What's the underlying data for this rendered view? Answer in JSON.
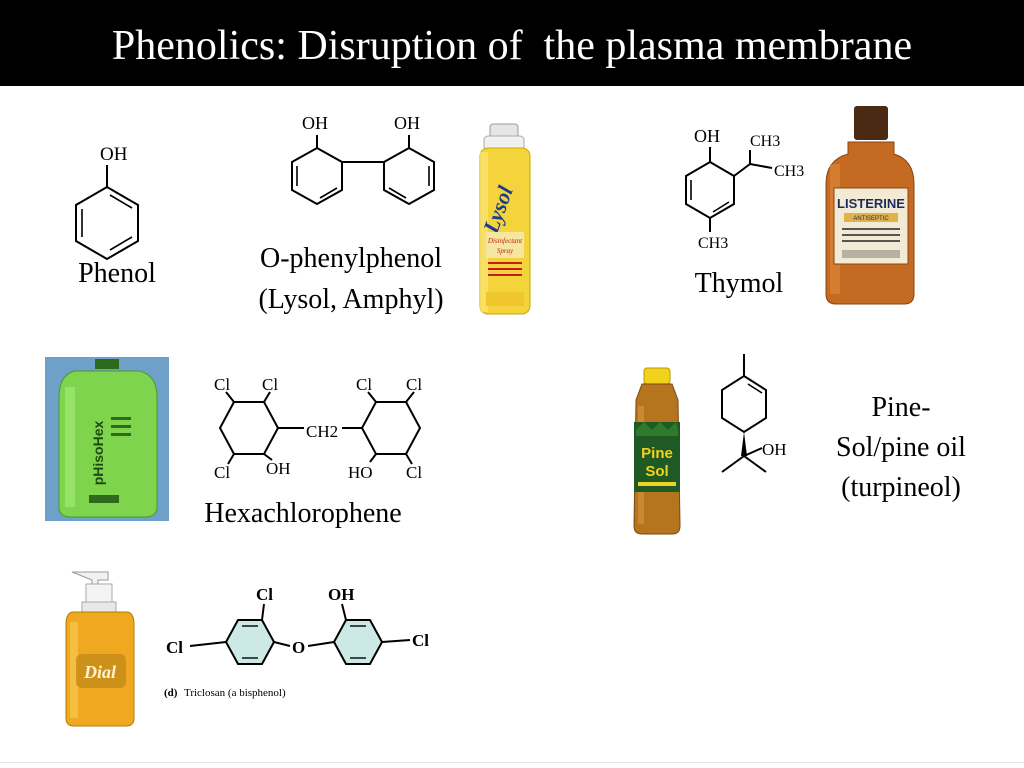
{
  "slide": {
    "title": "Phenolics: Disruption of  the plasma membrane",
    "colors": {
      "title_bg": "#000000",
      "title_text": "#ffffff",
      "ring_fill_triclosan": "#cce9e6"
    }
  },
  "phenol": {
    "caption": "Phenol",
    "oh": "OH"
  },
  "o_phenylphenol": {
    "caption_line1": "O-phenylphenol",
    "caption_line2": "(Lysol, Amphyl)",
    "oh_left": "OH",
    "oh_right": "OH"
  },
  "lysol_can": {
    "brand": "Lysol",
    "line1": "Disinfectant",
    "line2": "Spray"
  },
  "thymol": {
    "caption": "Thymol",
    "oh": "OH",
    "ch3_top": "CH3",
    "ch3_right": "CH3",
    "ch3_bottom": "CH3"
  },
  "listerine": {
    "brand": "LISTERINE",
    "sub": "ANTISEPTIC"
  },
  "phisohex": {
    "brand": "pHisoHex"
  },
  "hexachlorophene": {
    "caption": "Hexachlorophene",
    "cl": "Cl",
    "ch2": "CH2",
    "oh": "OH",
    "ho": "HO"
  },
  "pine_sol_bottle": {
    "brand_top": "Pine",
    "brand_bottom": "Sol"
  },
  "terpineol": {
    "oh": "OH",
    "caption_line1": "Pine-",
    "caption_line2": "Sol/pine oil",
    "caption_line3": "(turpineol)"
  },
  "dial_bottle": {
    "brand": "Dial"
  },
  "triclosan": {
    "cl_top": "Cl",
    "oh_top": "OH",
    "cl_left": "Cl",
    "o_bridge": "O",
    "cl_right": "Cl",
    "label_d": "(d)",
    "label": "Triclosan (a bisphenol)"
  }
}
